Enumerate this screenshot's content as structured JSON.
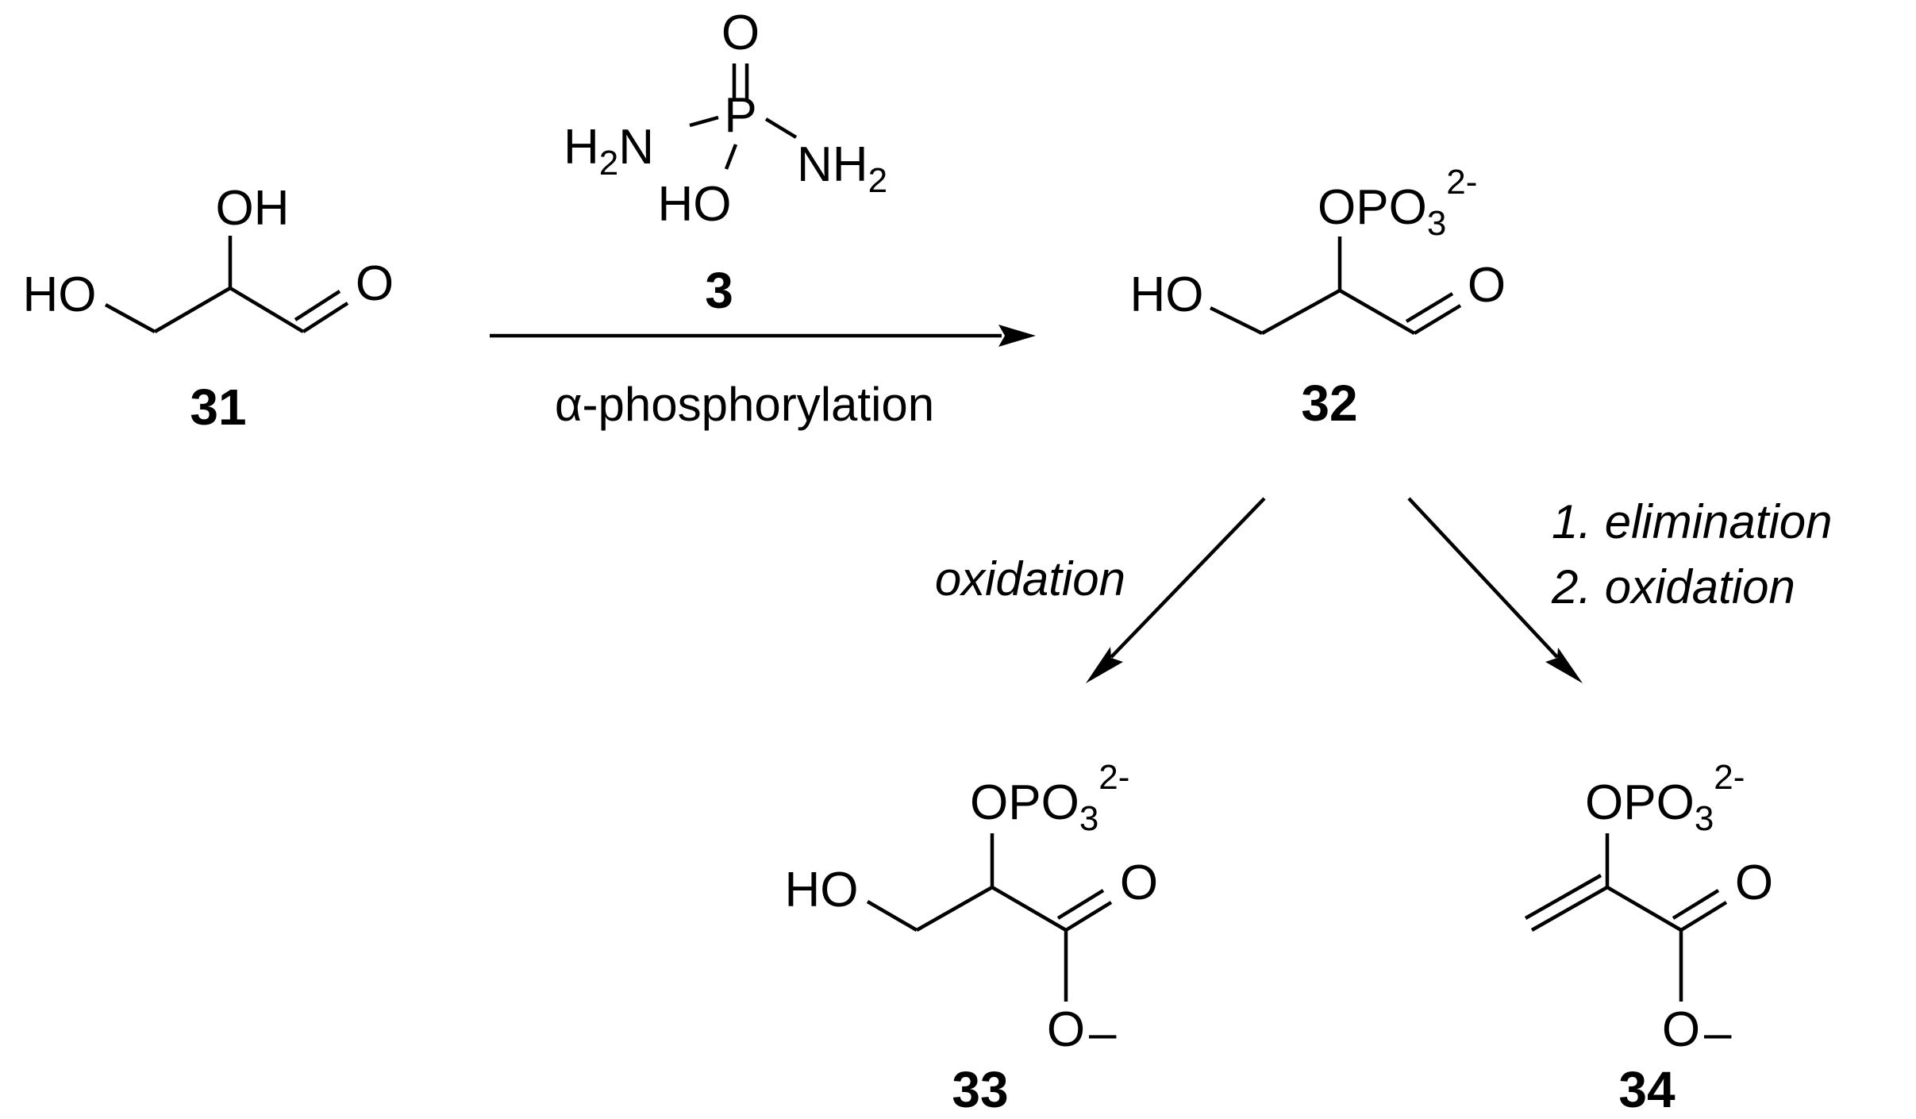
{
  "compounds": {
    "c31": {
      "number": "31",
      "atoms": {
        "oh_top": "OH",
        "ho_left": "HO",
        "o_carbonyl": "O"
      }
    },
    "c3": {
      "number": "3",
      "atoms": {
        "o_top": "O",
        "p_center": "P",
        "h2n_left_h": "H",
        "h2n_left_2": "2",
        "h2n_left_n": "N",
        "nh2_right_nh": "NH",
        "nh2_right_2": "2",
        "ho_bottom": "HO"
      }
    },
    "c32": {
      "number": "32",
      "atoms": {
        "opo3": "OPO",
        "opo3_sub": "3",
        "opo3_charge": "2-",
        "ho_left": "HO",
        "o_carbonyl": "O"
      }
    },
    "c33": {
      "number": "33",
      "atoms": {
        "opo3": "OPO",
        "opo3_sub": "3",
        "opo3_charge": "2-",
        "ho_left": "HO",
        "o_carbonyl": "O",
        "o_minus": "O",
        "minus": "–"
      }
    },
    "c34": {
      "number": "34",
      "atoms": {
        "opo3": "OPO",
        "opo3_sub": "3",
        "opo3_charge": "2-",
        "o_carbonyl": "O",
        "o_minus": "O",
        "minus": "–"
      }
    }
  },
  "reactions": {
    "main": {
      "label": "α-phosphorylation"
    },
    "left_branch": {
      "label": "oxidation"
    },
    "right_branch": {
      "line1": "1. elimination",
      "line2": "2. oxidation"
    }
  }
}
